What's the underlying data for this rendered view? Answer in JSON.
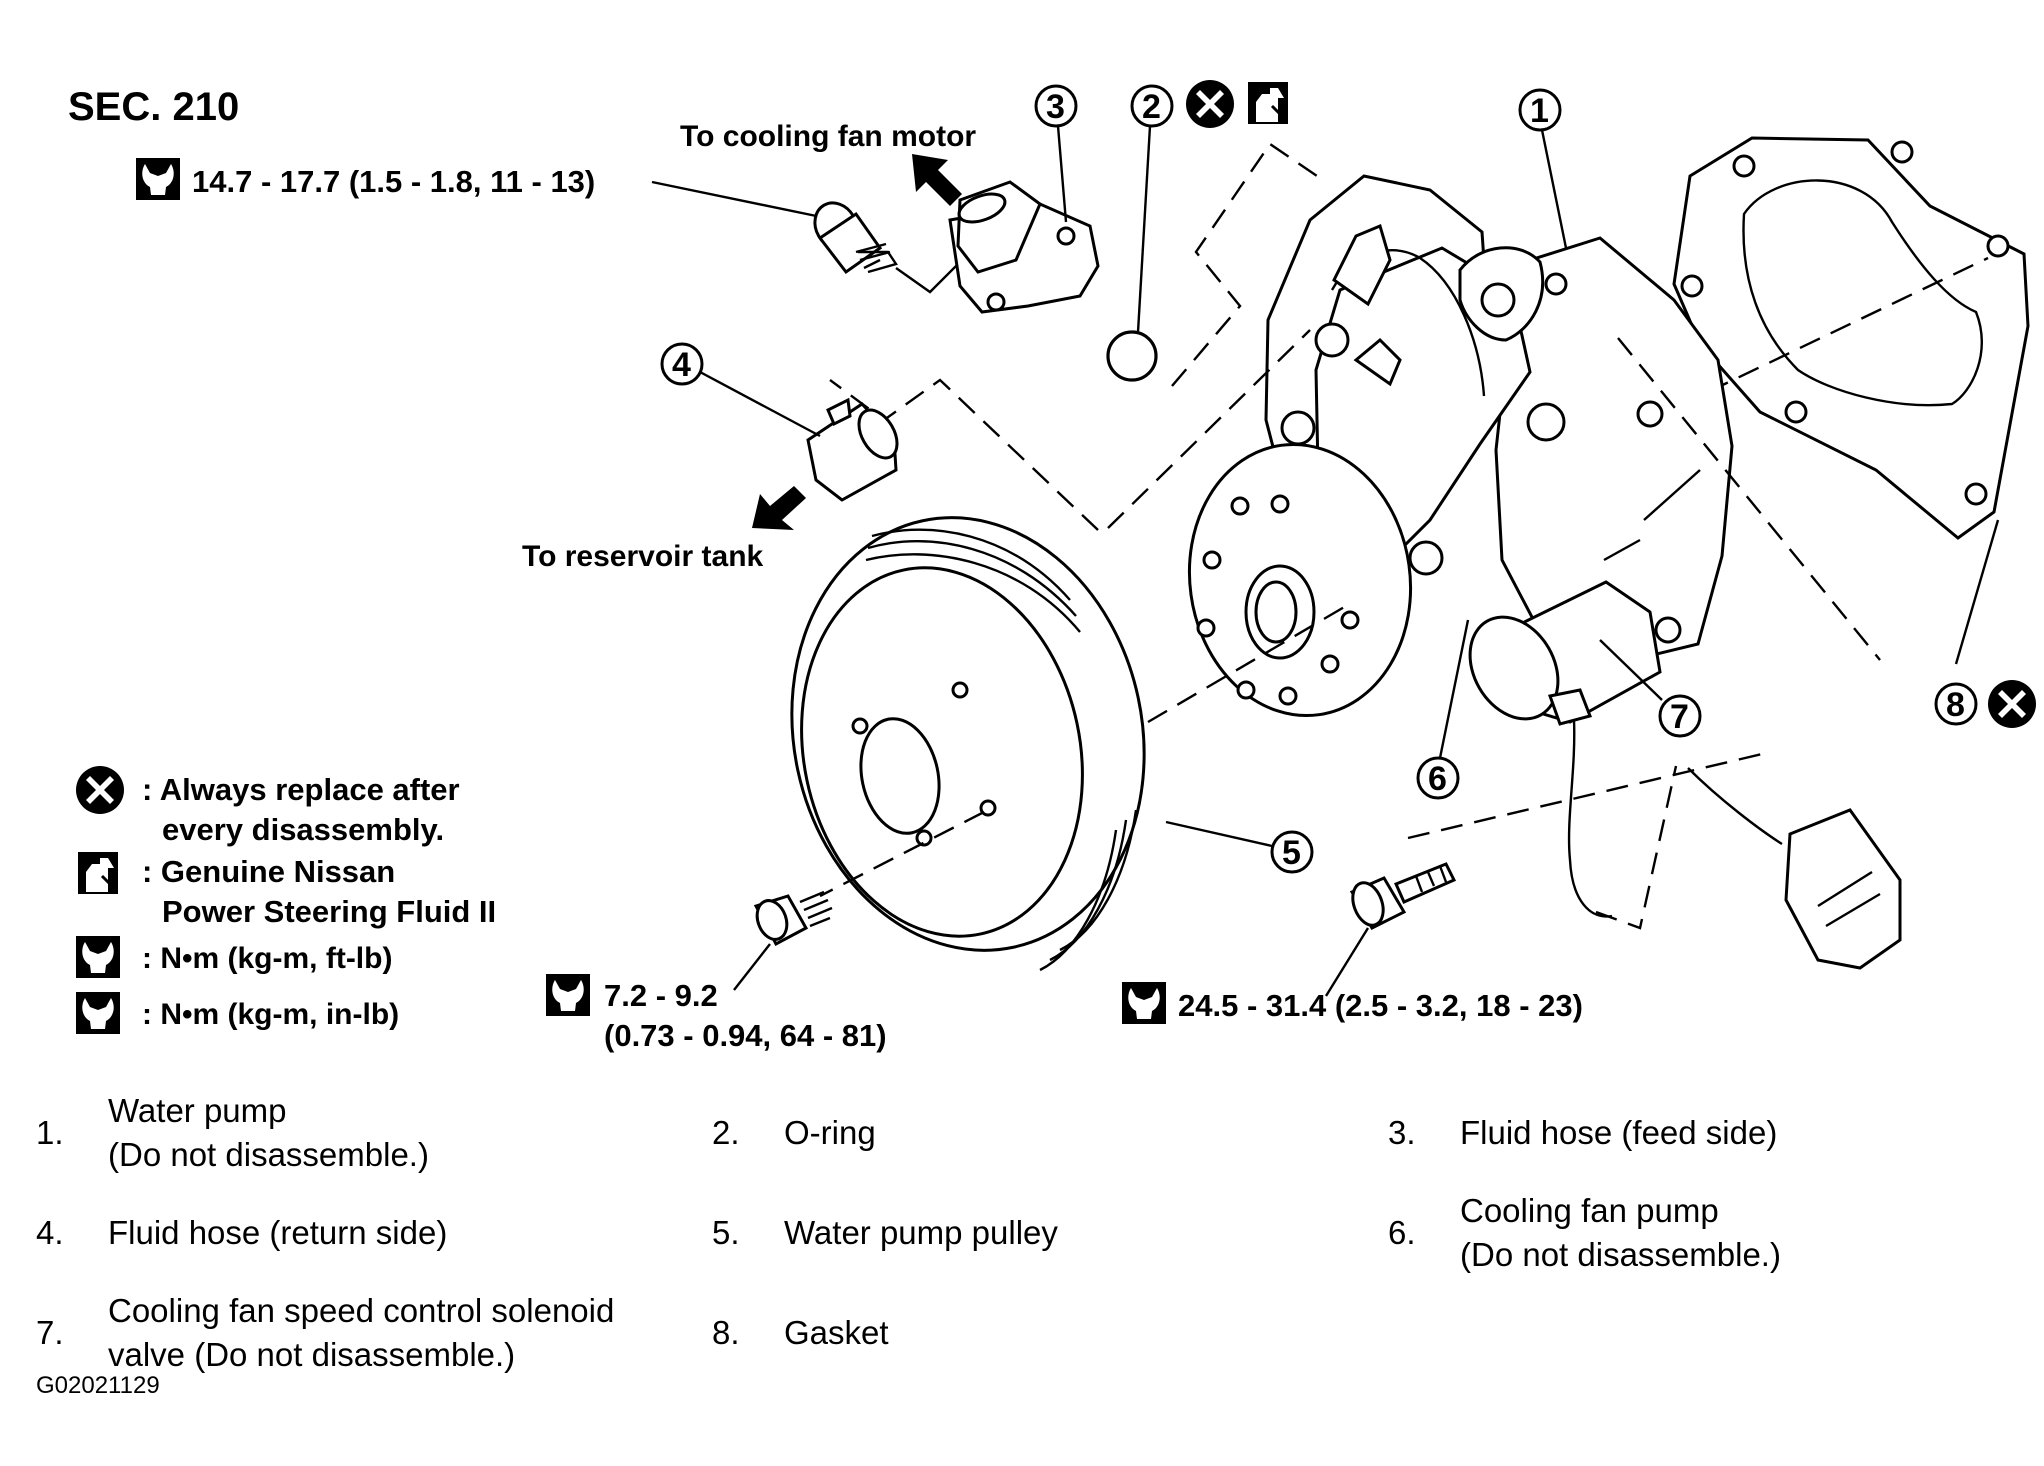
{
  "section": "SEC. 210",
  "labels": {
    "to_cooling_fan_motor": "To cooling fan motor",
    "to_reservoir_tank": "To reservoir tank",
    "torque_bolt_3": "14.7 - 17.7 (1.5 - 1.8, 11 - 13)",
    "torque_pulley_line1": "7.2 - 9.2",
    "torque_pulley_line2": "(0.73 - 0.94, 64 - 81)",
    "torque_pump": "24.5 - 31.4 (2.5 - 3.2, 18 - 23)"
  },
  "callouts": [
    "1",
    "2",
    "3",
    "4",
    "5",
    "6",
    "7",
    "8"
  ],
  "legend": {
    "replace_line1": ": Always replace after",
    "replace_line2": "every disassembly.",
    "fluid_line1": ": Genuine Nissan",
    "fluid_line2": "Power Steering Fluid II",
    "torque_ftlb": ":  N•m  (kg-m,  ft-lb)",
    "torque_inlb": ":  N•m  (kg-m,  in-lb)"
  },
  "parts": [
    {
      "num": "1.",
      "line1": "Water pump",
      "line2": "(Do not disassemble.)"
    },
    {
      "num": "2.",
      "line1": "O-ring",
      "line2": ""
    },
    {
      "num": "3.",
      "line1": "Fluid hose (feed side)",
      "line2": ""
    },
    {
      "num": "4.",
      "line1": "Fluid hose (return side)",
      "line2": ""
    },
    {
      "num": "5.",
      "line1": "Water pump pulley",
      "line2": ""
    },
    {
      "num": "6.",
      "line1": "Cooling fan pump",
      "line2": "(Do not disassemble.)"
    },
    {
      "num": "7.",
      "line1": "Cooling fan speed control solenoid",
      "line2": "valve (Do not disassemble.)"
    },
    {
      "num": "8.",
      "line1": "Gasket",
      "line2": ""
    }
  ],
  "figure_code": "G02021129",
  "icons": [
    "replace-x-icon",
    "fluid-can-icon",
    "torque-wrench-icon",
    "torque-wrench-inlb-icon",
    "arrow-icon"
  ]
}
